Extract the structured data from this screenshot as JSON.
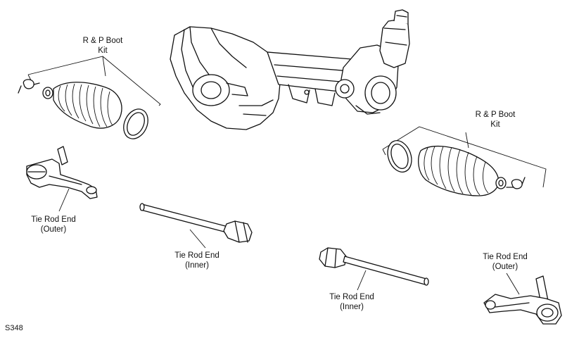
{
  "labels": {
    "boot_kit_left_line1": "R & P Boot",
    "boot_kit_left_line2": "Kit",
    "boot_kit_right_line1": "R & P Boot",
    "boot_kit_right_line2": "Kit",
    "outer_left_line1": "Tie Rod End",
    "outer_left_line2": "(Outer)",
    "inner_left_line1": "Tie Rod End",
    "inner_left_line2": "(Inner)",
    "inner_right_line1": "Tie Rod End",
    "inner_right_line2": "(Inner)",
    "outer_right_line1": "Tie Rod End",
    "outer_right_line2": "(Outer)"
  },
  "diagram_code": "S348",
  "colors": {
    "line": "#111111",
    "background": "#ffffff"
  }
}
